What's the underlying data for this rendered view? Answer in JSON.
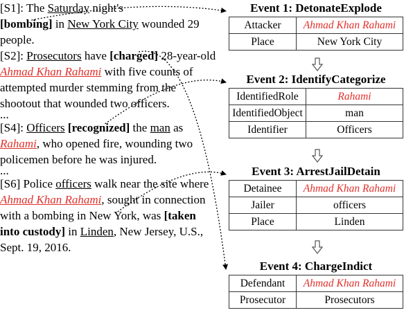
{
  "colors": {
    "entity": "#e0302b",
    "text": "#000000",
    "border": "#333333"
  },
  "text": {
    "s1": {
      "id": "[S1]",
      "t1": ": The ",
      "saturday": "Saturday",
      "t2": " night's",
      "bombing": "[bombing]",
      "t3": " in ",
      "nyc": "New York City",
      "t4": " wounded 29 people."
    },
    "s2": {
      "id": "[S2]",
      "t1": ": ",
      "prosecutors": "Prosecutors",
      "t2": " have ",
      "charged": "[charged]",
      "t3": " 28-year-old ",
      "rahami": "Ahmad Khan Rahami",
      "t4": " with five counts of attempted murder stemming from the shootout that wounded two officers."
    },
    "dots1": "...",
    "s4": {
      "id": "[S4]",
      "t1": ": ",
      "officers": "Officers",
      "t2": " ",
      "recognized": "[recognized]",
      "t3": " the ",
      "man": "man",
      "t4": " as ",
      "rahami": "Rahami",
      "t5": ", who opened fire, wounding two policemen before he was injured."
    },
    "dots2": "...",
    "s6": {
      "id": "[S6]",
      "t1": "  Police ",
      "officers": "officers",
      "t2": " walk near the site where ",
      "rahami": "Ahmad Khan Rahami",
      "t3": ", sought in connection with a bombing in New York, was ",
      "custody": "[taken into custody]",
      "t4": " in ",
      "linden": "Linden",
      "t5": ", New Jersey, U.S., Sept. 19, 2016."
    }
  },
  "events": [
    {
      "title": "Event 1: DetonateExplode",
      "slots": [
        {
          "role": "Attacker",
          "filler": "Ahmad Khan Rahami",
          "entity": true
        },
        {
          "role": "Place",
          "filler": "New York City",
          "entity": false
        }
      ]
    },
    {
      "title": "Event 2: IdentifyCategorize",
      "slots": [
        {
          "role": "IdentifiedRole",
          "filler": "Rahami",
          "entity": true
        },
        {
          "role": "IdentifiedObject",
          "filler": "man",
          "entity": false
        },
        {
          "role": "Identifier",
          "filler": "Officers",
          "entity": false
        }
      ]
    },
    {
      "title": "Event 3: ArrestJailDetain",
      "slots": [
        {
          "role": "Detainee",
          "filler": "Ahmad Khan Rahami",
          "entity": true
        },
        {
          "role": "Jailer",
          "filler": "officers",
          "entity": false
        },
        {
          "role": "Place",
          "filler": "Linden",
          "entity": false
        }
      ]
    },
    {
      "title": "Event 4: ChargeIndict",
      "slots": [
        {
          "role": "Defendant",
          "filler": "Ahmad Khan Rahami",
          "entity": true
        },
        {
          "role": "Prosecutor",
          "filler": "Prosecutors",
          "entity": false
        }
      ]
    }
  ]
}
